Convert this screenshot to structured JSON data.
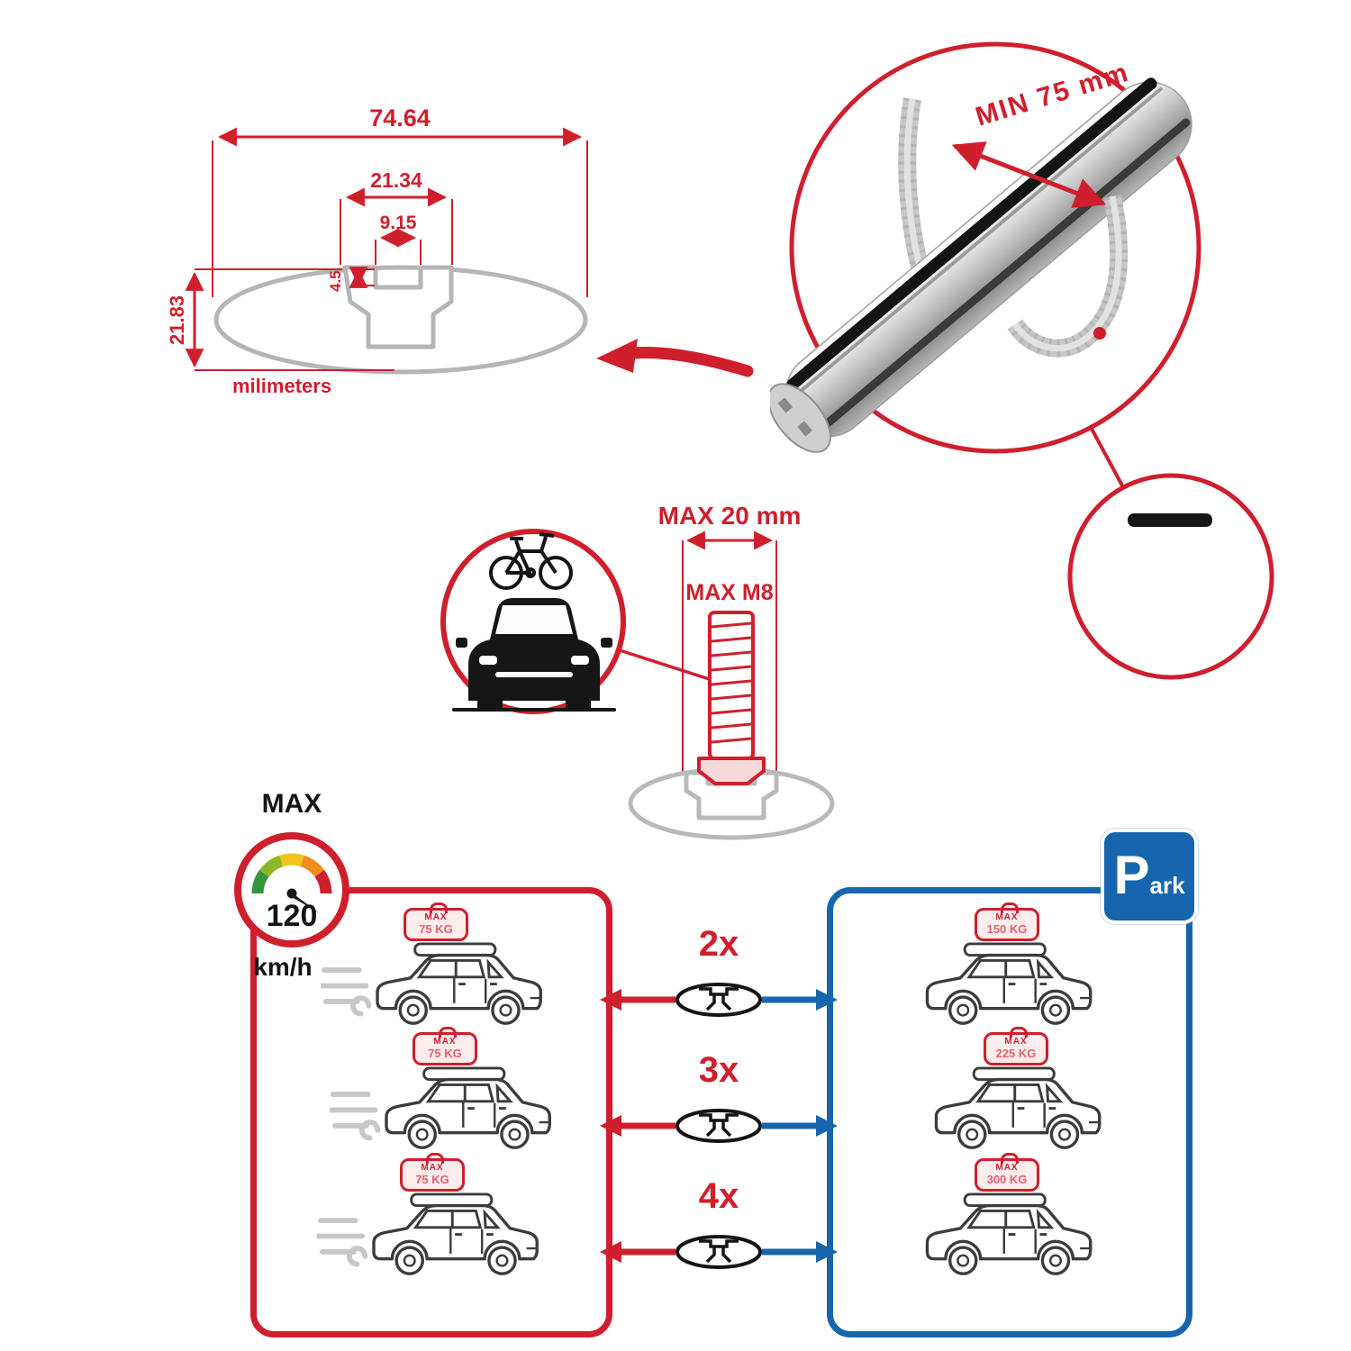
{
  "colors": {
    "red": "#cf1f2d",
    "blue": "#1766ad",
    "gray": "#b5b5b5",
    "dark": "#161616"
  },
  "cross_section": {
    "dim_total_width": "74.64",
    "dim_channel_width": "21.34",
    "dim_slot_width": "9.15",
    "dim_slot_depth": "4.5",
    "dim_height": "21.83",
    "units_label": "milimeters"
  },
  "bar_detail": {
    "min_span_label": "MIN 75 mm"
  },
  "bolt_detail": {
    "max_width_label": "MAX 20 mm",
    "max_thread_label": "MAX M8"
  },
  "speed_gauge": {
    "max_label": "MAX",
    "value": "120",
    "units": "km/h"
  },
  "driving_panel": {
    "cars": [
      {
        "sign_line1": "MAX",
        "sign_line2": "75 KG"
      },
      {
        "sign_line1": "MAX",
        "sign_line2": "75 KG"
      },
      {
        "sign_line1": "MAX",
        "sign_line2": "75 KG"
      }
    ]
  },
  "quantity_column": {
    "rows": [
      {
        "count": "2x"
      },
      {
        "count": "3x"
      },
      {
        "count": "4x"
      }
    ]
  },
  "parked_panel": {
    "sign_p": "P",
    "sign_ark": "ark",
    "cars": [
      {
        "sign_line1": "MAX",
        "sign_line2": "150 KG"
      },
      {
        "sign_line1": "MAX",
        "sign_line2": "225 KG"
      },
      {
        "sign_line1": "MAX",
        "sign_line2": "300 KG"
      }
    ]
  }
}
